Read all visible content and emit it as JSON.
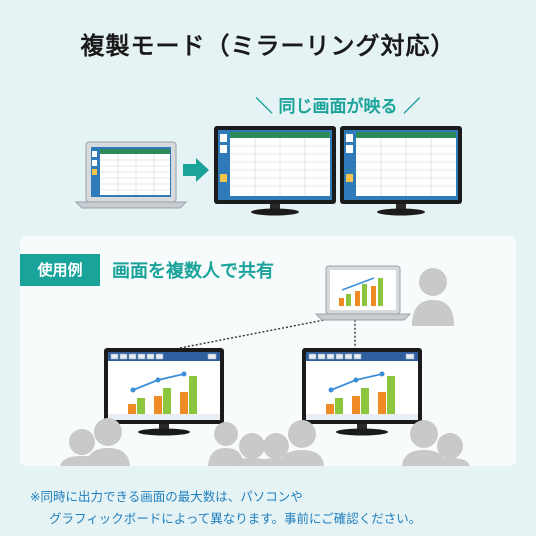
{
  "title": "複製モード（ミラーリング対応）",
  "subhead": "＼ 同じ画面が映る ／",
  "example": {
    "badge": "使用例",
    "headline": "画面を複数人で共有"
  },
  "footnote": {
    "line1": "※同時に出力できる画面の最大数は、パソコンや",
    "line2": "グラフィックボードによって異なります。事前にご確認ください。"
  },
  "colors": {
    "accent": "#1aa39a",
    "background": "#e6f3f4",
    "footnote": "#1f7fbf",
    "people": "#c9c9c9",
    "chart_orange": "#f08a24",
    "chart_green": "#8cc63f",
    "chart_line": "#3b8fd9"
  },
  "icons": [
    "arrow-right-icon",
    "laptop-icon",
    "monitor-icon",
    "person-icon",
    "bar-chart-icon"
  ]
}
